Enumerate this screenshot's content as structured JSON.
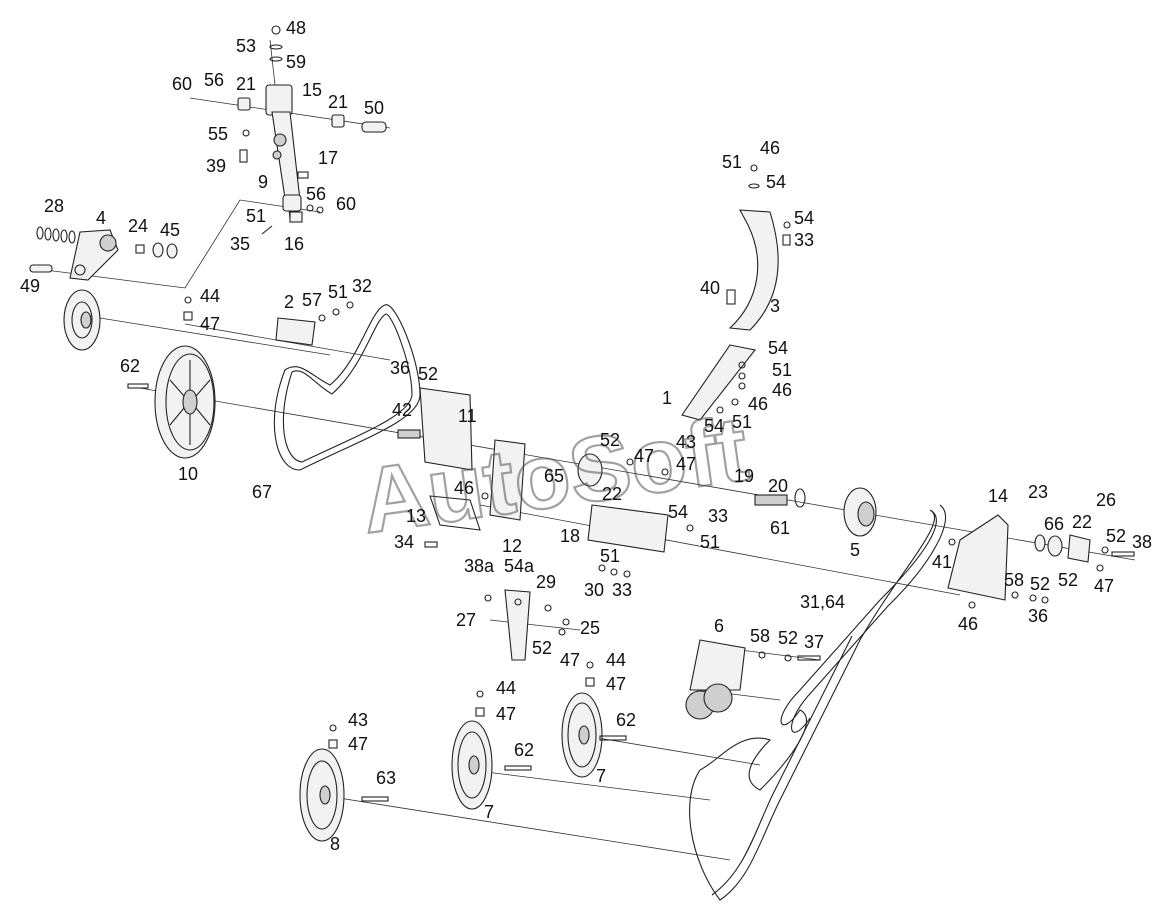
{
  "watermark": "AutoSoft",
  "colors": {
    "line": "#222222",
    "background": "#ffffff"
  },
  "callouts": [
    "48",
    "53",
    "59",
    "60",
    "56",
    "21",
    "15",
    "21",
    "50",
    "55",
    "39",
    "17",
    "9",
    "56",
    "60",
    "51",
    "35",
    "16",
    "28",
    "4",
    "24",
    "45",
    "49",
    "44",
    "47",
    "2",
    "57",
    "51",
    "32",
    "62",
    "36",
    "52",
    "42",
    "11",
    "10",
    "67",
    "51",
    "46",
    "54",
    "54",
    "33",
    "40",
    "3",
    "54",
    "51",
    "46",
    "1",
    "46",
    "54",
    "51",
    "52",
    "43",
    "47",
    "47",
    "65",
    "19",
    "20",
    "22",
    "46",
    "13",
    "34",
    "12",
    "18",
    "54",
    "33",
    "51",
    "51",
    "30",
    "33",
    "38a",
    "54a",
    "29",
    "27",
    "25",
    "52",
    "47",
    "44",
    "47",
    "44",
    "47",
    "62",
    "62",
    "7",
    "7",
    "43",
    "47",
    "63",
    "8",
    "6",
    "58",
    "52",
    "37",
    "5",
    "31,64",
    "14",
    "23",
    "66",
    "22",
    "26",
    "52",
    "38",
    "41",
    "58",
    "52",
    "52",
    "47",
    "46",
    "36",
    "61"
  ]
}
